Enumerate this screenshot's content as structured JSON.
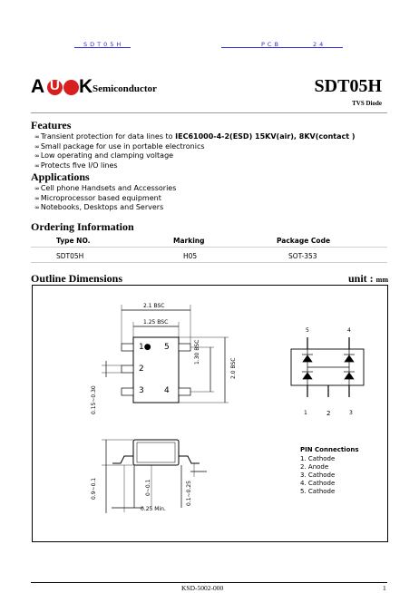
{
  "header": {
    "part_code": "SDT05H",
    "pcb_label": "PCB",
    "pcb_value": "24"
  },
  "brand": {
    "logo_letters": [
      "A",
      "U",
      "K"
    ],
    "company_word": "Semiconductor",
    "colors": {
      "logo_red": "#d81e1e",
      "logo_black": "#000000",
      "header_blue": "#2b2bd6"
    }
  },
  "product": {
    "title": "SDT05H",
    "subtitle": "TVS Diode"
  },
  "features": {
    "heading": "Features",
    "bullet_symbol": "∞",
    "items": [
      {
        "text": "Transient protection for data lines to ",
        "bold": "IEC61000-4-2(ESD) 15KV(air), 8KV(contact )"
      },
      {
        "text": "Small package for use in portable electronics",
        "bold": ""
      },
      {
        "text": "Low operating and clamping voltage",
        "bold": ""
      },
      {
        "text": "Protects five I/O lines",
        "bold": ""
      }
    ]
  },
  "applications": {
    "heading": "Applications",
    "items": [
      "Cell phone Handsets and Accessories",
      "Microprocessor based equipment",
      "Notebooks, Desktops and Servers"
    ]
  },
  "ordering": {
    "heading": "Ordering Information",
    "columns": [
      "Type NO.",
      "Marking",
      "Package Code"
    ],
    "rows": [
      [
        "SDT05H",
        "H05",
        "SOT-353"
      ]
    ]
  },
  "outline": {
    "heading": "Outline Dimensions",
    "unit_label": "unit :",
    "unit_value": "mm",
    "dims": {
      "overall_width": "2.1 BSC",
      "body_width": "1.25 BSC",
      "pitch_height": "1.30 BSC",
      "overall_height": "2.0 BSC",
      "lead_width": "0.15~0.30",
      "package_height": "0.9~0.1",
      "standoff": "0~0.1",
      "lead_thickness": "0.1~0.25",
      "lead_length": "0.25 Min."
    },
    "top_pins": [
      "1●",
      "5",
      "2",
      "3",
      "4"
    ],
    "schematic_top": [
      "5",
      "4"
    ],
    "schematic_bottom": [
      "1",
      "2",
      "3"
    ]
  },
  "pins": {
    "heading": "PIN Connections",
    "items": [
      "1. Cathode",
      "2. Anode",
      "3. Cathode",
      "4. Cathode",
      "5. Cathode"
    ]
  },
  "footer": {
    "doc_no": "KSD-5002-000",
    "page": "1"
  }
}
